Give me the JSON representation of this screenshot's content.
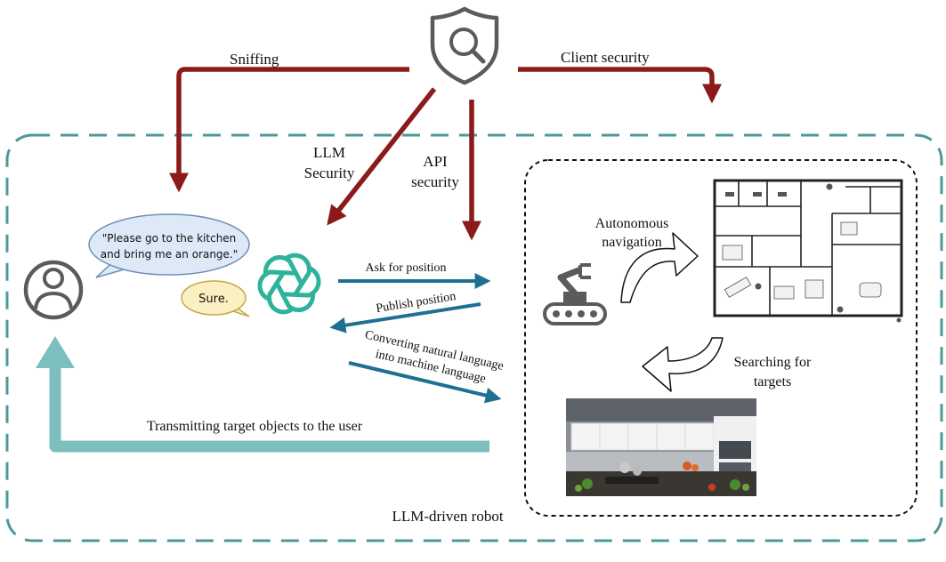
{
  "colors": {
    "threat_arrow": "#8b1a1a",
    "flow_arrow": "#1f6f93",
    "return_arrow": "#7dbfbf",
    "outer_border": "#4a9a9a",
    "inner_border": "#111111",
    "speech_user": "#dde9f7",
    "speech_robot": "#fbf0c2",
    "openai_green": "#2eb39b",
    "icon_gray": "#5b5b5b"
  },
  "icons": {
    "security": "shield-search-icon",
    "user": "user-circle-icon",
    "llm": "openai-logo-icon",
    "robot": "robot-arm-icon"
  },
  "labels": {
    "sniffing": "Sniffing",
    "client_security": "Client security",
    "llm_security_line1": "LLM",
    "llm_security_line2": "Security",
    "api_security_line1": "API",
    "api_security_line2": "security",
    "ask_position": "Ask for position",
    "publish_position": "Publish position",
    "convert_line1": "Converting natural language",
    "convert_line2": "into machine language",
    "transmit": "Transmitting target objects to the user",
    "autonomous_line1": "Autonomous",
    "autonomous_line2": "navigation",
    "searching_line1": "Searching for",
    "searching_line2": "targets",
    "system_label": "LLM-driven robot"
  },
  "speech": {
    "user_line1": "\"Please go to the kitchen",
    "user_line2": "and bring me an orange.\"",
    "robot_reply": "Sure."
  }
}
